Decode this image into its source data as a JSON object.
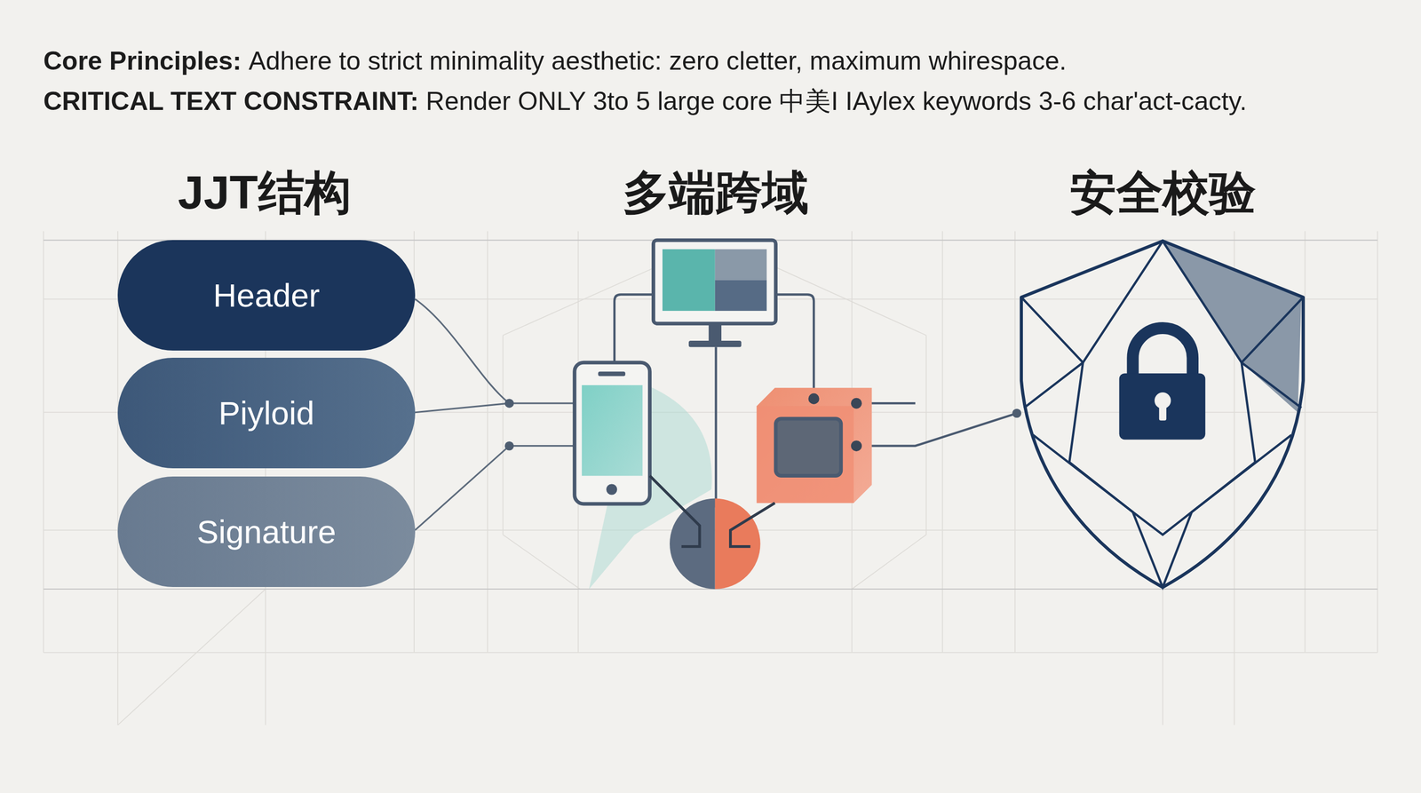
{
  "diagram": {
    "nodes": [
      {
        "text": [
          "Header"
        ]
      },
      {
        "text": [
          "Piyloid"
        ]
      },
      {
        "text": [
          "Signature"
        ]
      }
    ],
    "labels": [
      "Core Principles:",
      "Adhere to strict minimality aesthetic: zero cletter, maximum whirespace.",
      "CRITICAL TEXT CONSTRAINT:",
      "Render ONLY 3to 5 large core 中美I IAylex keywords 3-6 char'act-cacty.",
      "JJT结构",
      "多端跨域",
      "安全校验"
    ]
  }
}
